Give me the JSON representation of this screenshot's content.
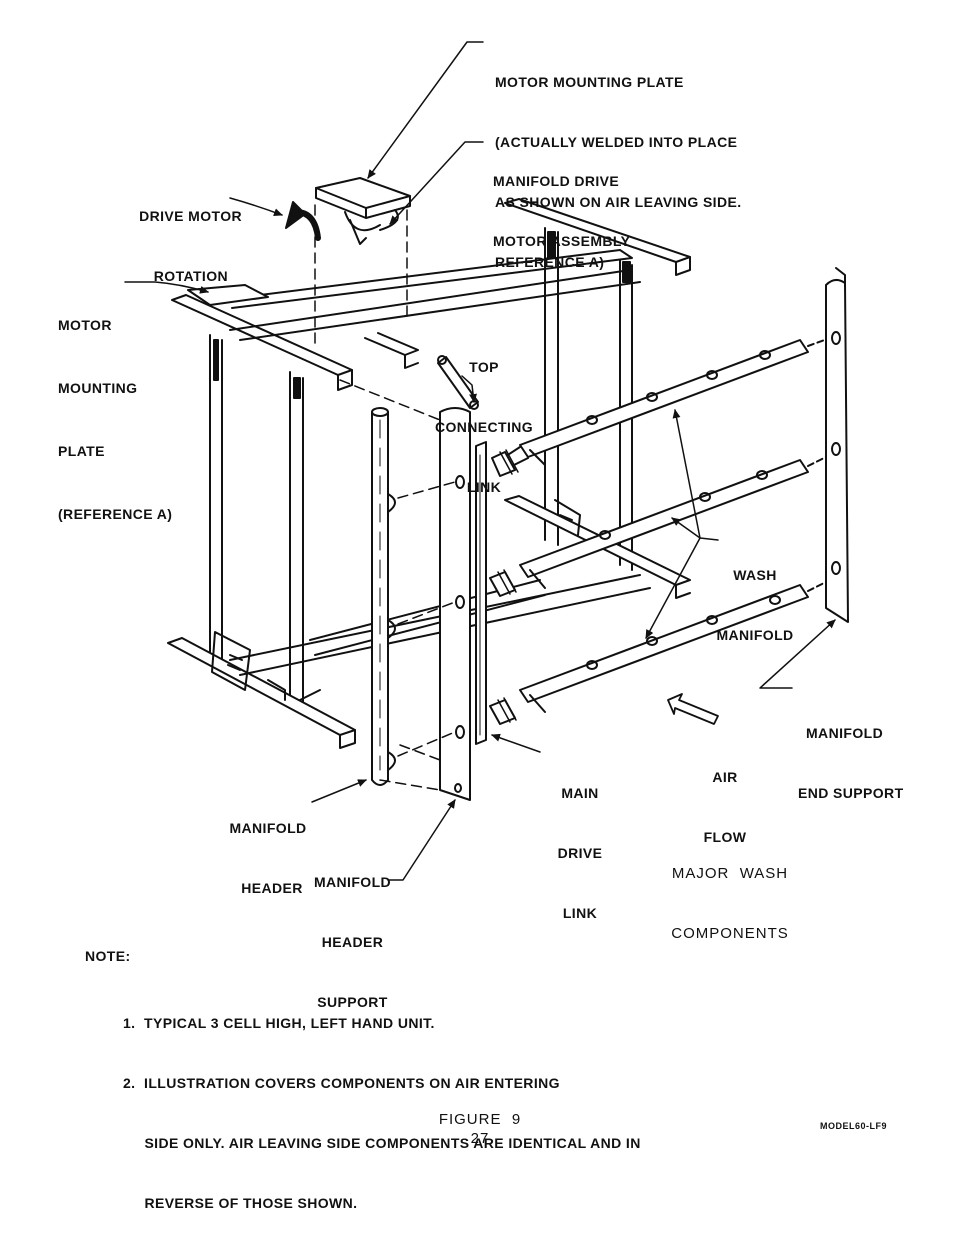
{
  "labels": {
    "motor_plate_top": [
      "MOTOR MOUNTING PLATE",
      "(ACTUALLY WELDED INTO PLACE",
      "AS SHOWN ON AIR LEAVING SIDE.",
      "REFERENCE A)"
    ],
    "manifold_drive_motor": [
      "MANIFOLD DRIVE",
      "MOTOR ASSEMBLY"
    ],
    "drive_motor_rotation": [
      "DRIVE MOTOR",
      "ROTATION"
    ],
    "motor_plate_left": [
      "MOTOR",
      "MOUNTING",
      "PLATE",
      "(REFERENCE A)"
    ],
    "top_connecting_link": [
      "TOP",
      "CONNECTING",
      "LINK"
    ],
    "wash_manifold": [
      "WASH",
      "MANIFOLD"
    ],
    "manifold_end_support": [
      "MANIFOLD",
      "END SUPPORT"
    ],
    "air_flow": [
      "AIR",
      "FLOW"
    ],
    "main_drive_link": [
      "MAIN",
      "DRIVE",
      "LINK"
    ],
    "manifold_header": [
      "MANIFOLD",
      "HEADER"
    ],
    "manifold_header_support": [
      "MANIFOLD",
      "HEADER",
      "SUPPORT"
    ],
    "caption": [
      "MAJOR  WASH",
      "COMPONENTS"
    ]
  },
  "notes": {
    "heading": "NOTE:",
    "items": [
      "1.  TYPICAL 3 CELL HIGH, LEFT HAND UNIT.",
      "2.  ILLUSTRATION COVERS COMPONENTS ON AIR ENTERING",
      "     SIDE ONLY. AIR LEAVING SIDE COMPONENTS ARE IDENTICAL AND IN",
      "     REVERSE OF THOSE SHOWN."
    ]
  },
  "footer": {
    "figure": "FIGURE  9",
    "page": "27",
    "code": "MODEL60-LF9"
  }
}
